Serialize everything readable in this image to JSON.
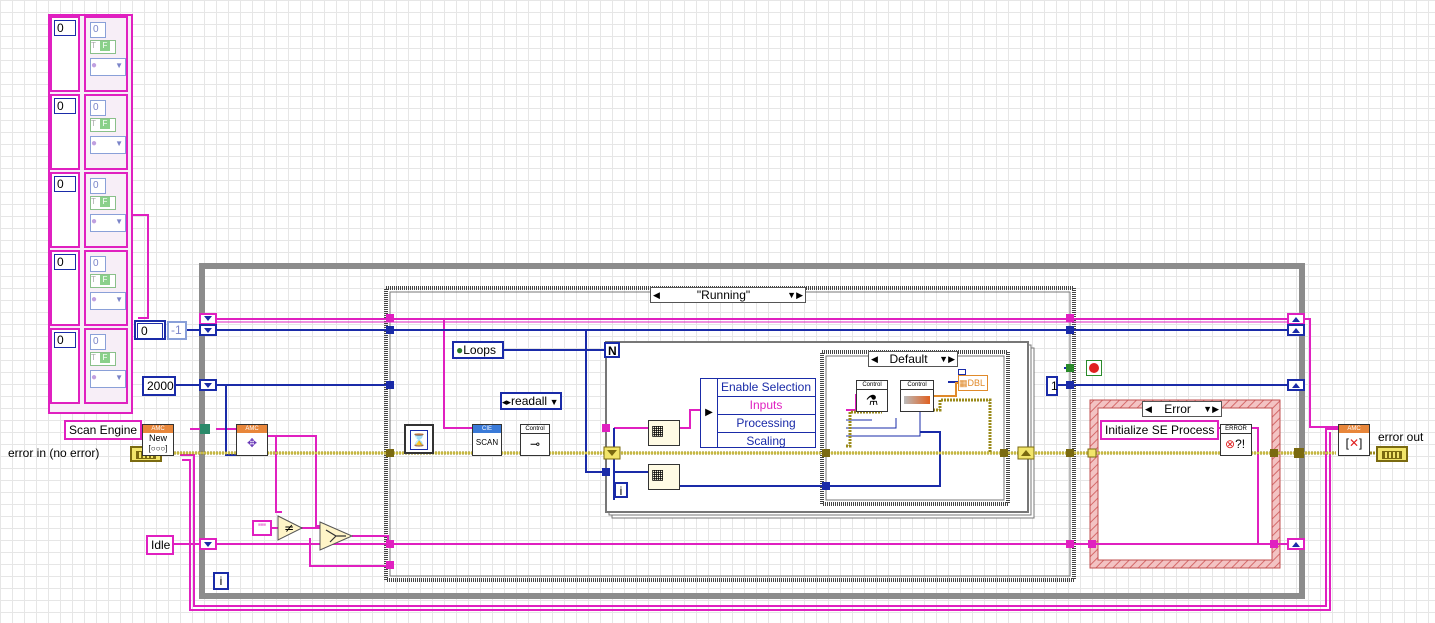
{
  "diagram": {
    "case_main": "\"Running\"",
    "case_inner": "Default",
    "case_error": "Error",
    "constants": {
      "array_index": "0",
      "neg_one": "-1",
      "timeout": "2000",
      "one": "1",
      "empty_string": "\"\"",
      "scan_engine": "Scan Engine",
      "idle": "Idle",
      "readall": "readall",
      "loops": "Loops",
      "init_se": "Initialize SE Process",
      "n_terminal": "N",
      "i_terminal": "i",
      "dbl": "DBL"
    },
    "unbundle_fields": [
      "Enable Selection",
      "Inputs",
      "Processing",
      "Scaling"
    ],
    "terminals": {
      "error_in": "error in (no error)",
      "error_out": "error out"
    },
    "subvis": {
      "new": "New",
      "scan": "SCAN",
      "cie": "CIE",
      "control": "Control",
      "amc": "AMC",
      "error": "ERROR"
    },
    "array_elements": [
      {
        "index": "0",
        "num": "0",
        "bool": "F"
      },
      {
        "index": "0",
        "num": "0",
        "bool": "F"
      },
      {
        "index": "0",
        "num": "0",
        "bool": "F"
      },
      {
        "index": "0",
        "num": "0",
        "bool": "F"
      },
      {
        "index": "0",
        "num": "0",
        "bool": "F"
      }
    ],
    "colors": {
      "string_wire": "#e020c0",
      "numeric_wire": "#1a2ba8",
      "error_wire": "#9a8a1a",
      "loop_frame": "#8c8c8c"
    }
  }
}
